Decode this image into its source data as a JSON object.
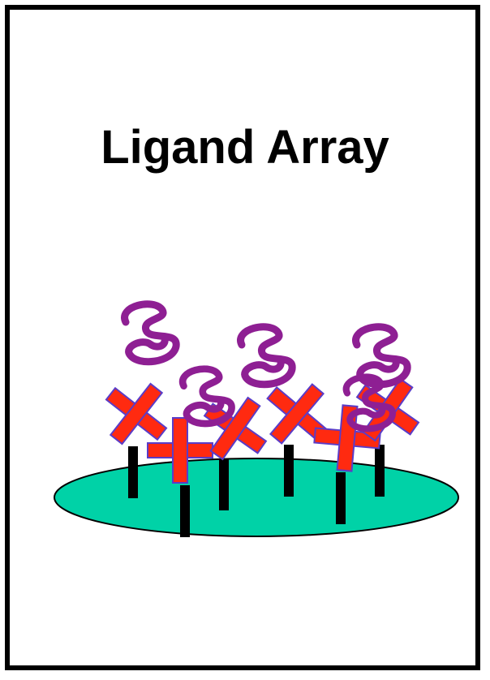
{
  "title": "Ligand Array",
  "colors": {
    "background": "#ffffff",
    "border": "#000000",
    "surface": "#00d2a7",
    "linker": "#000000",
    "ligand": "#ff2a10",
    "ligand_outline": "#5a3cc8",
    "protein": "#8e1f93"
  },
  "icons": [
    "surface-ellipse",
    "linker-post",
    "ligand-cross",
    "protein-squiggle"
  ]
}
